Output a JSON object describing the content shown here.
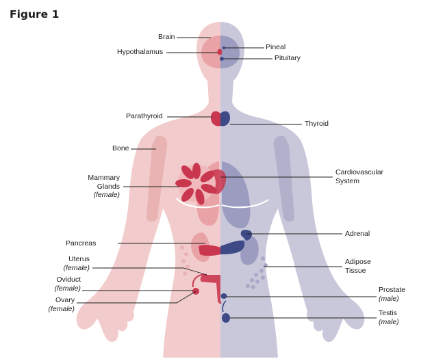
{
  "figure_title": "Figure 1",
  "colors": {
    "body_female": "#f2cccc",
    "body_male": "#c9c8db",
    "bone_female": "#e9b3b3",
    "bone_male": "#b2b1cc",
    "organ_red": "#c9374f",
    "organ_pink": "#e9a2a6",
    "organ_navy": "#3e4a86",
    "organ_lavender": "#9b9cc0"
  },
  "labels": {
    "brain": "Brain",
    "hypothalamus": "Hypothalamus",
    "pineal": "Pineal",
    "pituitary": "Pituitary",
    "parathyroid": "Parathyroid",
    "thyroid": "Thyroid",
    "bone": "Bone",
    "mammary": {
      "name": "Mammary",
      "name2": "Glands",
      "note": "(female)"
    },
    "cardiovascular": {
      "name": "Cardiovascular",
      "name2": "System"
    },
    "adrenal": "Adrenal",
    "pancreas": "Pancreas",
    "adipose": {
      "name": "Adipose",
      "name2": "Tissue"
    },
    "uterus": {
      "name": "Uterus",
      "note": "(female)"
    },
    "oviduct": {
      "name": "Oviduct",
      "note": "(female)"
    },
    "ovary": {
      "name": "Ovary",
      "note": "(female)"
    },
    "prostate": {
      "name": "Prostate",
      "note": "(male)"
    },
    "testis": {
      "name": "Testis",
      "note": "(male)"
    }
  }
}
